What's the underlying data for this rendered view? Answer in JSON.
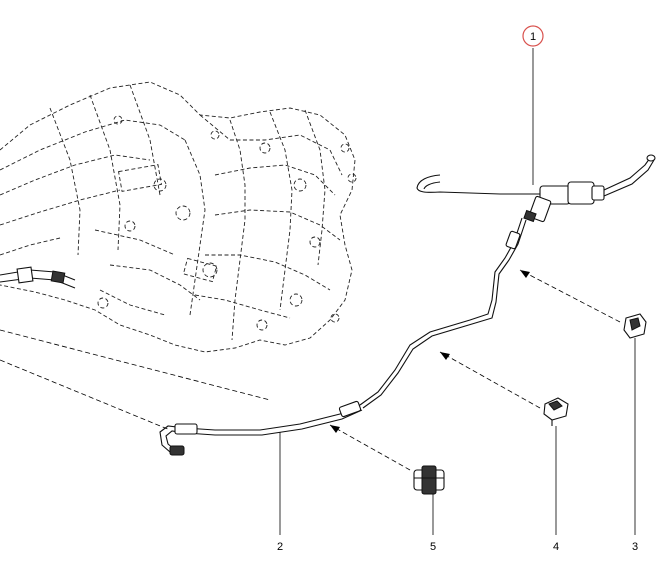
{
  "callouts": [
    {
      "id": "1",
      "label": "1",
      "highlighted": true
    },
    {
      "id": "2",
      "label": "2",
      "highlighted": false
    },
    {
      "id": "3",
      "label": "3",
      "highlighted": false
    },
    {
      "id": "4",
      "label": "4",
      "highlighted": false
    },
    {
      "id": "5",
      "label": "5",
      "highlighted": false
    }
  ],
  "colors": {
    "line": "#111111",
    "highlight_circle": "#d9534f",
    "background": "#ffffff"
  }
}
